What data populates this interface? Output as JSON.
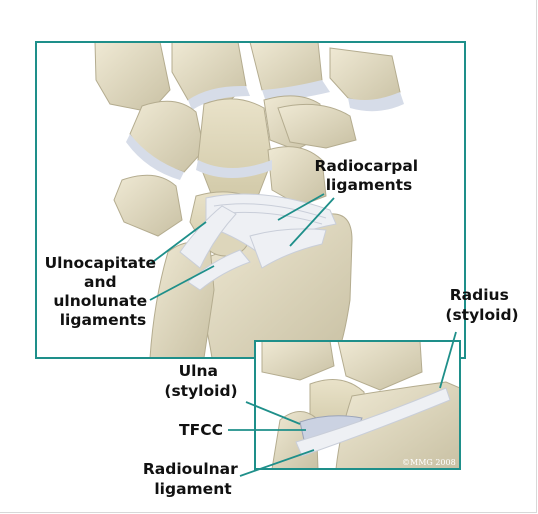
{
  "colors": {
    "frame": "#1e8f8a",
    "leader": "#1e8f8a",
    "bone": "#e3dcc4",
    "bone_shade": "#bdb598",
    "cartilage": "#d6dce8",
    "ligament": "#eef0f4"
  },
  "labels": {
    "radiocarpal": [
      "Radiocarpal",
      "ligaments"
    ],
    "ulnocapitate": [
      "Ulnocapitate",
      "and",
      "ulnolunate",
      "ligaments"
    ],
    "radius": [
      "Radius",
      "(styloid)"
    ],
    "ulna": [
      "Ulna",
      "(styloid)"
    ],
    "tfcc": "TFCC",
    "radioulnar": [
      "Radioulnar",
      "ligament"
    ]
  },
  "copyright": {
    "main": "©MMG 2008",
    "inset": "©MMG 2008"
  }
}
